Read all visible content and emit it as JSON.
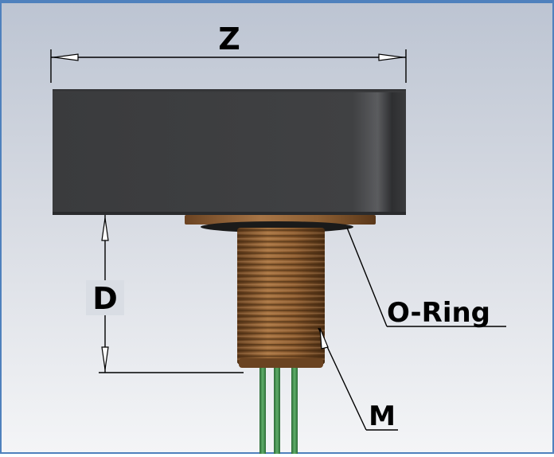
{
  "labels": {
    "width": "Z",
    "depth": "D",
    "o_ring": "O-Ring",
    "thread": "M"
  },
  "colors": {
    "frame_border": "#4f81bd",
    "body": "#3c3d3f",
    "brass": "#8a5a2e",
    "wire": "#3d8a48",
    "dimension_line": "#000000"
  }
}
